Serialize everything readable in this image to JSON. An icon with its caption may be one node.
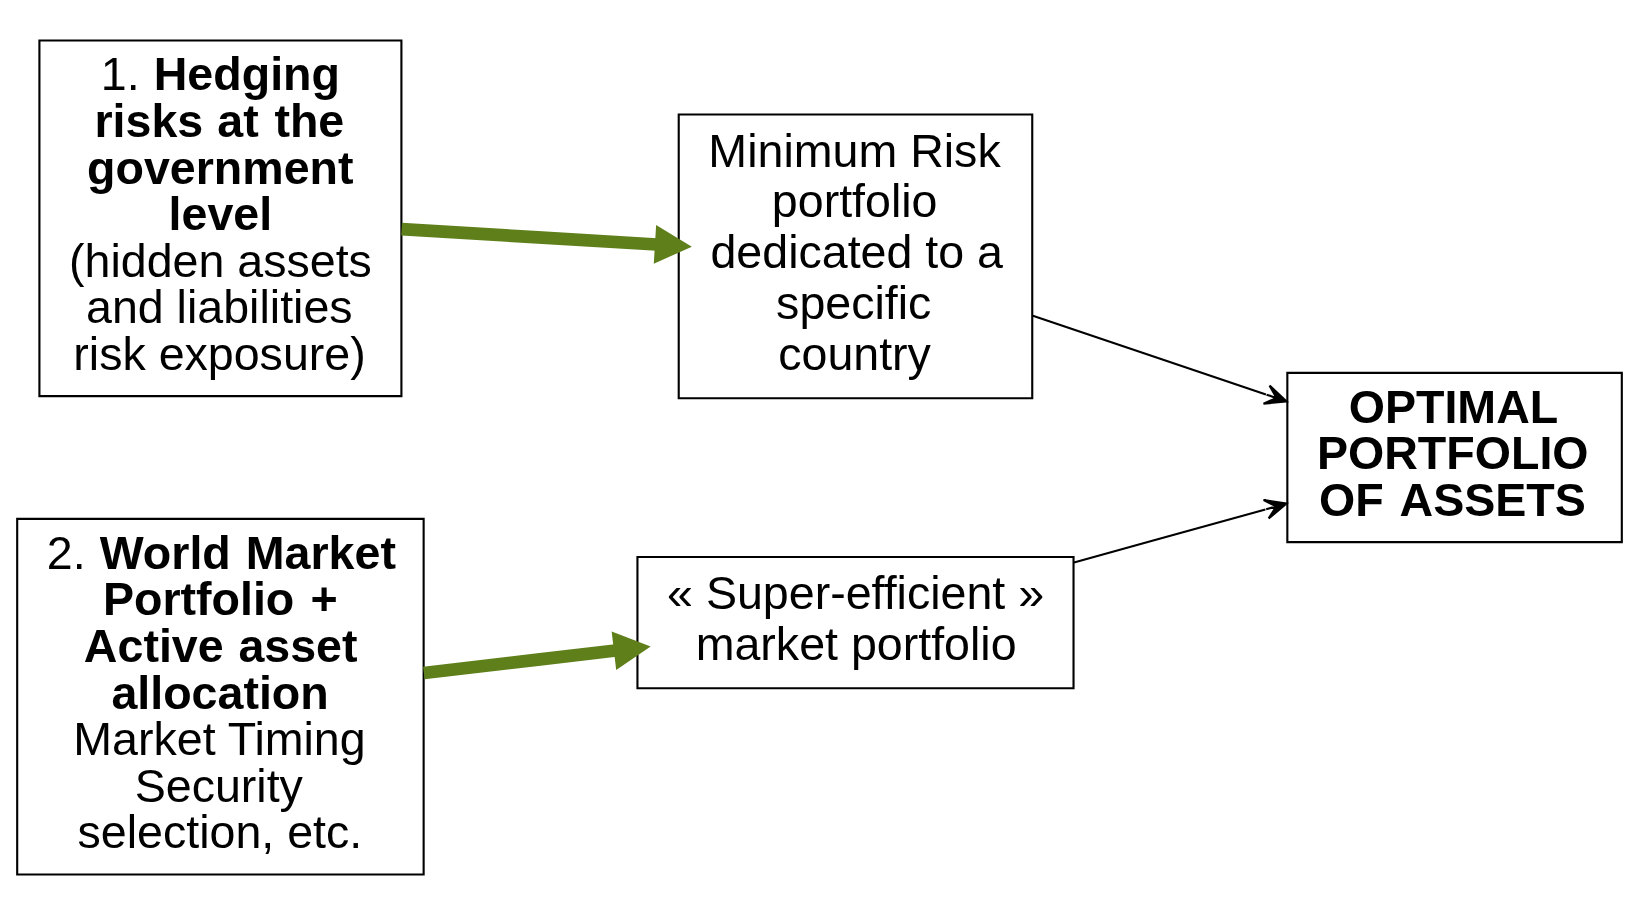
{
  "diagram": {
    "nodes": [
      {
        "text": [
          "1. **Hedging risks at the government level**",
          "(hidden assets and liabilities risk exposure)"
        ]
      },
      {
        "text": [
          "Minimum Risk portfolio dedicated to a specific country"
        ]
      },
      {
        "text": [
          "2. **World Market Portfolio + Active asset allocation**",
          "Market Timing Security selection, etc."
        ]
      },
      {
        "text": [
          "« Super-efficient » market portfolio"
        ]
      },
      {
        "text": [
          "OPTIMAL PORTFOLIO OF ASSETS"
        ]
      }
    ],
    "edges": [
      {
        "from": 0,
        "to": 1,
        "arrow": "to",
        "style": "thick",
        "color": "#5f7f1a"
      },
      {
        "from": 2,
        "to": 3,
        "arrow": "to",
        "style": "thick",
        "color": "#5f7f1a"
      },
      {
        "from": 1,
        "to": 4,
        "arrow": "to",
        "color": "#000000"
      },
      {
        "from": 3,
        "to": 4,
        "arrow": "to",
        "color": "#000000"
      }
    ]
  }
}
